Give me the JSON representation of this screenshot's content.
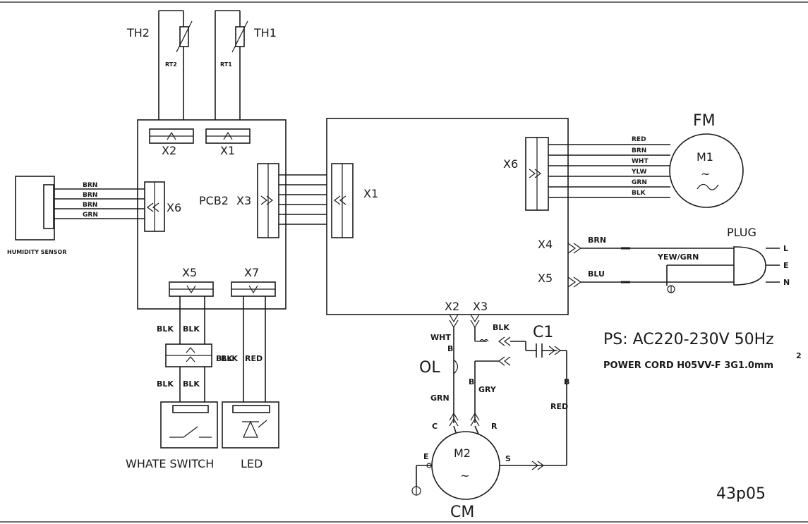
{
  "components": {
    "th2": "TH2",
    "th1": "TH1",
    "rt2": "RT2",
    "rt1": "RT1",
    "pcb2": "PCB2",
    "humidity_sensor": "HUMIDITY SENSOR",
    "fm": "FM",
    "m1": "M1",
    "plug": "PLUG",
    "c1": "C1",
    "ol": "OL",
    "m2": "M2",
    "cm": "CM",
    "water_switch": "WHATE SWITCH",
    "led": "LED"
  },
  "connectors": {
    "pcb2_x2": "X2",
    "pcb2_x1": "X1",
    "pcb2_x6": "X6",
    "pcb2_x3": "X3",
    "pcb2_x5": "X5",
    "pcb2_x7": "X7",
    "main_x1": "X1",
    "main_x6": "X6",
    "main_x4": "X4",
    "main_x5": "X5",
    "main_x2": "X2",
    "main_x3": "X3"
  },
  "wires": {
    "humidity": [
      "BRN",
      "BRN",
      "BRN",
      "GRN"
    ],
    "fan": [
      "RED",
      "BRN",
      "WHT",
      "YLW",
      "GRN",
      "BLK"
    ],
    "power_brn": "BRN",
    "power_blu": "BLU",
    "earth": "YEW/GRN",
    "switch_a": "BLK",
    "switch_b": "BLK",
    "switch_mid": "BLK",
    "switch_c": "BLK",
    "switch_d": "BLK",
    "led_blk": "BLK",
    "led_red": "RED",
    "comp_wht": "WHT",
    "comp_blk": "BLK",
    "comp_grn": "GRN",
    "comp_gry": "GRY",
    "comp_red": "RED"
  },
  "terminals": {
    "plug_l": "L",
    "plug_e": "E",
    "plug_n": "N",
    "motor_c": "C",
    "motor_r": "R",
    "motor_s": "S",
    "motor_e": "E",
    "b1": "B",
    "b2": "B",
    "b3": "B"
  },
  "notes": {
    "ps": "PS: AC220-230V 50Hz",
    "power_cord": "POWER CORD H05VV-F 3G1.0mm",
    "power_cord_sup": "2",
    "code": "43p05"
  }
}
